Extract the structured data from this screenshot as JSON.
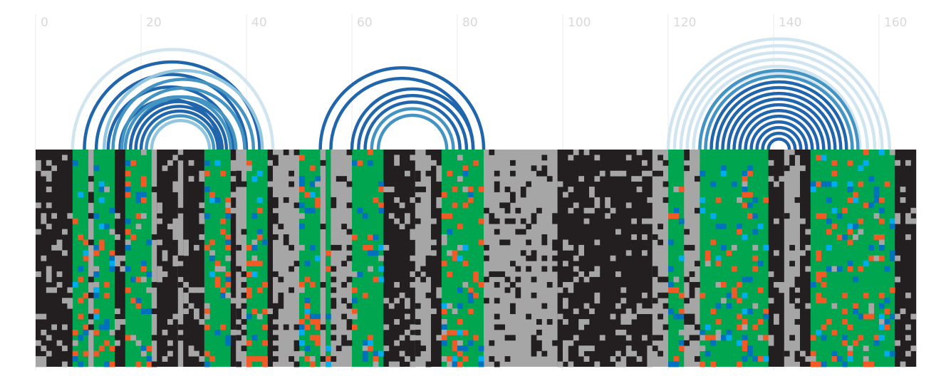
{
  "chart_data": {
    "type": "heatmap",
    "title": "",
    "xlabel": "",
    "ylabel": "",
    "xlim": [
      0,
      167
    ],
    "x_ticks": [
      0,
      20,
      40,
      60,
      80,
      100,
      120,
      140,
      160
    ],
    "x_tick_labels": [
      "0",
      "20",
      "40",
      "60",
      "80",
      "100",
      "120",
      "140",
      "160"
    ],
    "grid": true,
    "n_sequences": 41,
    "colors": {
      "gap": "#231f20",
      "mismatch": "#a6a6a6",
      "paired": "#00a550",
      "paired_variant_a": "#0071bc",
      "paired_variant_b": "#00aeef",
      "unpaired_variant": "#f15a24",
      "arc_strong": "#2166ac",
      "arc_medium": "#4393c3",
      "arc_weak_1": "#92c5de",
      "arc_weak_2": "#d1e5f0"
    },
    "column_segments": [
      {
        "start": 0,
        "end": 7,
        "state": "gap"
      },
      {
        "start": 7,
        "end": 10,
        "state": "paired"
      },
      {
        "start": 10,
        "end": 11,
        "state": "mismatch"
      },
      {
        "start": 11,
        "end": 15,
        "state": "paired"
      },
      {
        "start": 15,
        "end": 17,
        "state": "gap"
      },
      {
        "start": 17,
        "end": 22,
        "state": "paired"
      },
      {
        "start": 22,
        "end": 23,
        "state": "mismatch"
      },
      {
        "start": 23,
        "end": 27,
        "state": "gap"
      },
      {
        "start": 27,
        "end": 28,
        "state": "mismatch"
      },
      {
        "start": 28,
        "end": 32,
        "state": "gap"
      },
      {
        "start": 32,
        "end": 37,
        "state": "paired"
      },
      {
        "start": 37,
        "end": 38,
        "state": "gap"
      },
      {
        "start": 38,
        "end": 40,
        "state": "mismatch"
      },
      {
        "start": 40,
        "end": 44,
        "state": "paired"
      },
      {
        "start": 44,
        "end": 45,
        "state": "gap"
      },
      {
        "start": 45,
        "end": 50,
        "state": "mismatch"
      },
      {
        "start": 50,
        "end": 54,
        "state": "paired"
      },
      {
        "start": 54,
        "end": 55,
        "state": "mismatch"
      },
      {
        "start": 55,
        "end": 56,
        "state": "paired"
      },
      {
        "start": 56,
        "end": 60,
        "state": "mismatch"
      },
      {
        "start": 60,
        "end": 66,
        "state": "paired"
      },
      {
        "start": 66,
        "end": 72,
        "state": "gap"
      },
      {
        "start": 72,
        "end": 75,
        "state": "mismatch"
      },
      {
        "start": 75,
        "end": 77,
        "state": "gap"
      },
      {
        "start": 77,
        "end": 85,
        "state": "paired"
      },
      {
        "start": 85,
        "end": 99,
        "state": "mismatch"
      },
      {
        "start": 99,
        "end": 117,
        "state": "gap"
      },
      {
        "start": 117,
        "end": 120,
        "state": "mismatch"
      },
      {
        "start": 120,
        "end": 123,
        "state": "paired"
      },
      {
        "start": 123,
        "end": 126,
        "state": "mismatch"
      },
      {
        "start": 126,
        "end": 139,
        "state": "paired"
      },
      {
        "start": 139,
        "end": 142,
        "state": "gap"
      },
      {
        "start": 142,
        "end": 145,
        "state": "mismatch"
      },
      {
        "start": 145,
        "end": 147,
        "state": "gap"
      },
      {
        "start": 147,
        "end": 163,
        "state": "paired"
      },
      {
        "start": 163,
        "end": 167,
        "state": "gap"
      }
    ],
    "arc_groups": [
      {
        "left_start": 7,
        "left_end": 16,
        "right_start": 35,
        "right_end": 45,
        "center": 30,
        "shades": [
          "arc_weak_2",
          "arc_strong",
          "arc_strong",
          "arc_strong",
          "arc_strong"
        ]
      },
      {
        "left_start": 13,
        "left_end": 18,
        "right_start": 38,
        "right_end": 43,
        "center": 28,
        "shades": [
          "arc_weak_1",
          "arc_medium",
          "arc_medium",
          "arc_medium"
        ]
      },
      {
        "left_start": 17,
        "left_end": 22,
        "right_start": 33,
        "right_end": 37,
        "center": 27,
        "shades": [
          "arc_medium",
          "arc_strong",
          "arc_strong",
          "arc_strong",
          "arc_medium",
          "arc_weak_1"
        ]
      },
      {
        "left_start": 54,
        "left_end": 56,
        "right_start": 83,
        "right_end": 85,
        "center": 70,
        "shades": [
          "arc_strong",
          "arc_strong"
        ]
      },
      {
        "left_start": 60,
        "left_end": 65,
        "right_start": 78,
        "right_end": 83,
        "center": 71,
        "shades": [
          "arc_strong",
          "arc_strong",
          "arc_strong",
          "arc_medium",
          "arc_medium"
        ]
      },
      {
        "left_start": 120,
        "left_end": 126,
        "right_start": 155,
        "right_end": 162,
        "center": 141,
        "shades": [
          "arc_weak_2",
          "arc_weak_2",
          "arc_weak_2",
          "arc_weak_2",
          "arc_weak_2",
          "arc_weak_2"
        ]
      },
      {
        "left_start": 126,
        "left_end": 139,
        "right_start": 143,
        "right_end": 156,
        "center": 141,
        "shades": [
          "arc_medium",
          "arc_medium",
          "arc_strong",
          "arc_strong",
          "arc_strong",
          "arc_strong",
          "arc_strong",
          "arc_strong",
          "arc_strong",
          "arc_strong",
          "arc_strong",
          "arc_strong",
          "arc_strong"
        ]
      }
    ]
  }
}
